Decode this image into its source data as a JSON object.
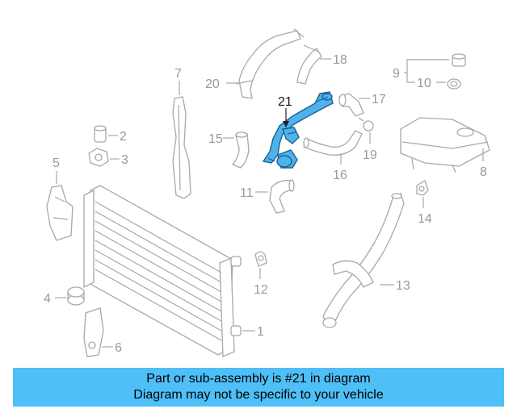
{
  "callouts": {
    "c1": "1",
    "c2": "2",
    "c3": "3",
    "c4": "4",
    "c5": "5",
    "c6": "6",
    "c7": "7",
    "c8": "8",
    "c9": "9",
    "c10": "10",
    "c11": "11",
    "c12": "12",
    "c13": "13",
    "c14": "14",
    "c15": "15",
    "c16": "16",
    "c17": "17",
    "c18": "18",
    "c19": "19",
    "c20": "20",
    "c21": "21"
  },
  "highlight_color": "#4db3ea",
  "banner": {
    "line1": "Part or sub-assembly is #21 in diagram",
    "line2": "Diagram may not be specific to your vehicle",
    "background": "#4fbff8"
  }
}
